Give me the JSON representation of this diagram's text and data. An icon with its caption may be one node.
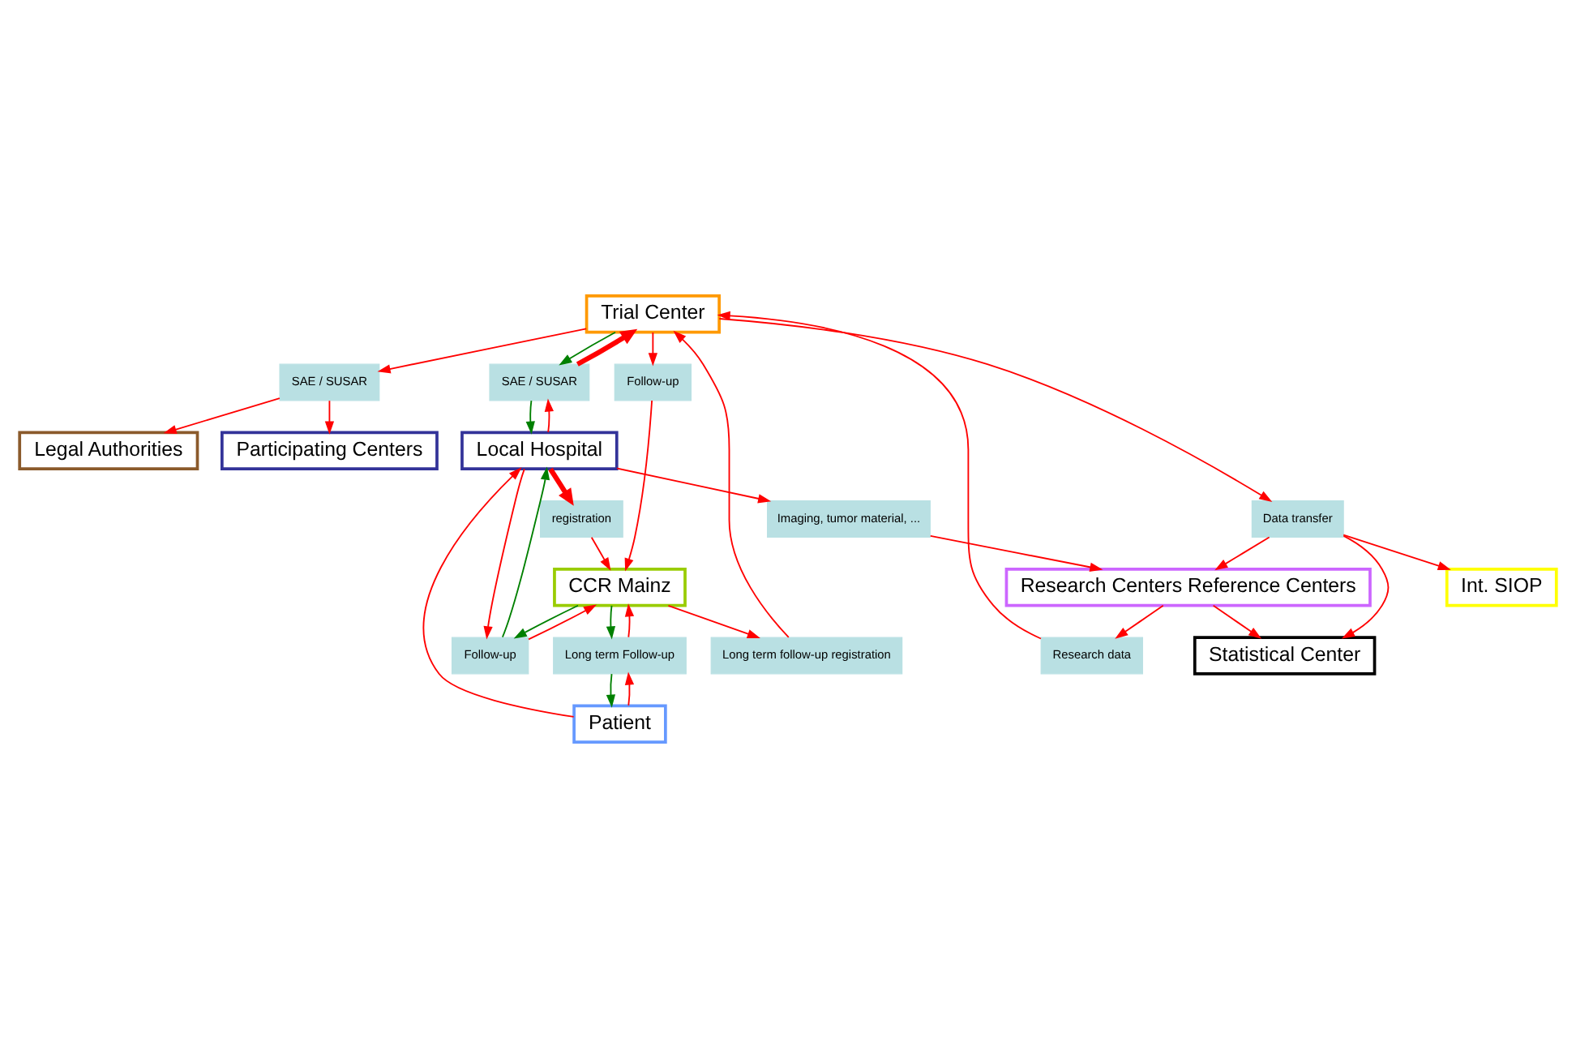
{
  "diagram": {
    "nodes": [
      {
        "text": [
          "Participating Centers"
        ]
      },
      {
        "text": [
          "SAE / SUSAR"
        ]
      },
      {
        "text": [
          "Int. SIOP"
        ]
      },
      {
        "text": [
          "Legal Authorities"
        ]
      },
      {
        "text": [
          "SAE / SUSAR"
        ]
      },
      {
        "text": [
          "Local Hospital"
        ]
      },
      {
        "text": [
          "Trial Center"
        ]
      },
      {
        "text": [
          "Data transfer"
        ]
      },
      {
        "text": [
          "registration"
        ]
      },
      {
        "text": [
          "Follow-up"
        ]
      },
      {
        "text": [
          "Patient"
        ]
      },
      {
        "text": [
          "Follow-up"
        ]
      },
      {
        "text": [
          "CCR Mainz"
        ]
      },
      {
        "text": [
          "Long term follow-up registration"
        ]
      },
      {
        "text": [
          "Long term Follow-up"
        ]
      },
      {
        "text": [
          "Research data"
        ]
      },
      {
        "text": [
          "Imaging, tumor material, ..."
        ]
      },
      {
        "text": [
          "Research Centers Reference Centers"
        ]
      },
      {
        "text": [
          "Statistical Center"
        ]
      }
    ],
    "edges": [
      {
        "from": 1,
        "to": 0,
        "arrow": "to"
      },
      {
        "from": 1,
        "to": 3,
        "arrow": "to"
      },
      {
        "from": 6,
        "to": 1,
        "arrow": "to"
      },
      {
        "from": 4,
        "to": 6,
        "arrow": "to",
        "style": "thick"
      },
      {
        "from": 5,
        "to": 4,
        "arrow": "to"
      },
      {
        "from": 4,
        "to": 5,
        "arrow": "to",
        "color": "#008000"
      },
      {
        "from": 6,
        "to": 4,
        "arrow": "to",
        "color": "#008000"
      },
      {
        "from": 5,
        "to": 8,
        "arrow": "to",
        "style": "thick"
      },
      {
        "from": 8,
        "to": 12,
        "arrow": "to"
      },
      {
        "from": 9,
        "to": 12,
        "arrow": "to"
      },
      {
        "from": 6,
        "to": 9,
        "arrow": "to"
      },
      {
        "from": 13,
        "to": 6,
        "arrow": "to"
      },
      {
        "from": 10,
        "to": 5,
        "arrow": "to"
      },
      {
        "from": 5,
        "to": 11,
        "arrow": "to"
      },
      {
        "from": 11,
        "to": 5,
        "arrow": "to",
        "color": "#008000"
      },
      {
        "from": 11,
        "to": 12,
        "arrow": "to"
      },
      {
        "from": 12,
        "to": 11,
        "arrow": "to",
        "color": "#008000"
      },
      {
        "from": 10,
        "to": 14,
        "arrow": "to"
      },
      {
        "from": 14,
        "to": 10,
        "arrow": "to",
        "color": "#008000"
      },
      {
        "from": 14,
        "to": 12,
        "arrow": "to"
      },
      {
        "from": 12,
        "to": 14,
        "arrow": "to",
        "color": "#008000"
      },
      {
        "from": 12,
        "to": 13,
        "arrow": "to"
      },
      {
        "from": 6,
        "to": 7,
        "arrow": "to"
      },
      {
        "from": 7,
        "to": 2,
        "arrow": "to"
      },
      {
        "from": 15,
        "to": 6,
        "arrow": "to"
      },
      {
        "from": 7,
        "to": 17,
        "arrow": "to"
      },
      {
        "from": 7,
        "to": 18,
        "arrow": "to"
      },
      {
        "from": 17,
        "to": 15,
        "arrow": "to"
      },
      {
        "from": 16,
        "to": 17,
        "arrow": "to"
      },
      {
        "from": 5,
        "to": 16,
        "arrow": "to"
      },
      {
        "from": 17,
        "to": 18,
        "arrow": "to"
      }
    ]
  }
}
